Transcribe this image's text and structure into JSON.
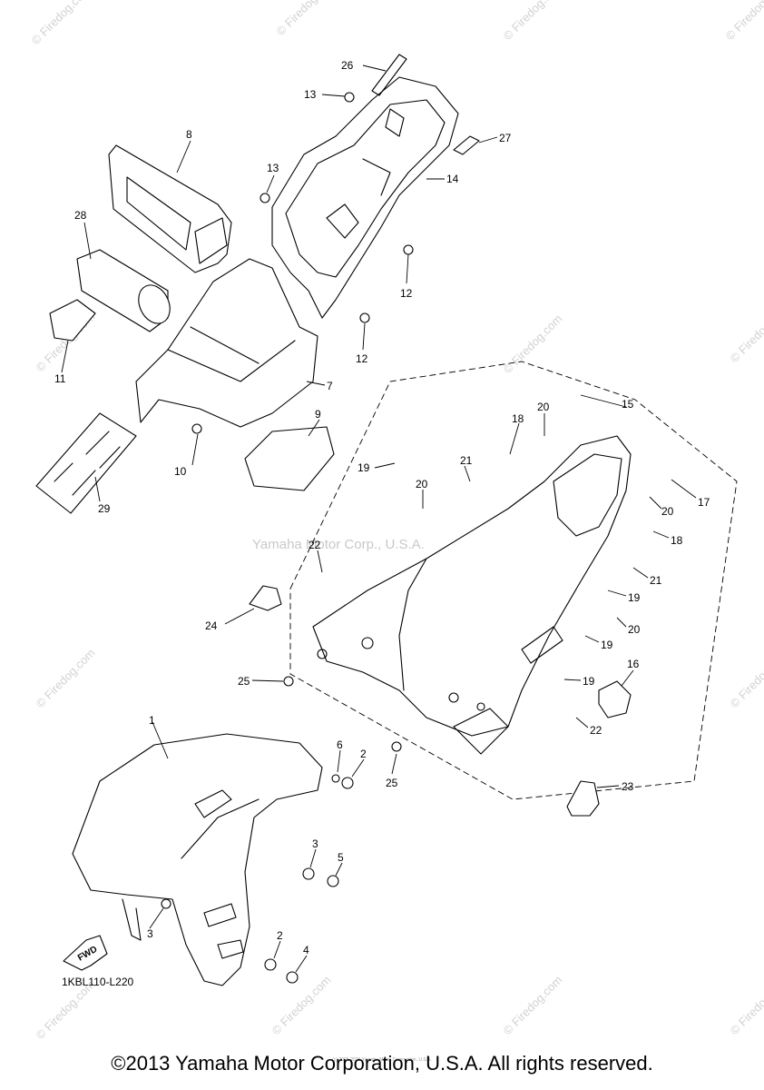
{
  "diagram_code": "1KBL110-L220",
  "fwd_label": "FWD",
  "center_watermark": "Yamaha Motor Corp., U.S.A.",
  "watermark": "© Firedog.com",
  "copyright": "©2013 Yamaha Motor Corporation, U.S.A. All rights reserved.",
  "tiny_notice": "(c) 2005-2015 Yamaha Motor Corporation, U.S.A.",
  "callouts": [
    {
      "id": "c26",
      "text": "26"
    },
    {
      "id": "c13a",
      "text": "13"
    },
    {
      "id": "c27",
      "text": "27"
    },
    {
      "id": "c8",
      "text": "8"
    },
    {
      "id": "c13b",
      "text": "13"
    },
    {
      "id": "c14",
      "text": "14"
    },
    {
      "id": "c28",
      "text": "28"
    },
    {
      "id": "c12a",
      "text": "12"
    },
    {
      "id": "c12b",
      "text": "12"
    },
    {
      "id": "c11",
      "text": "11"
    },
    {
      "id": "c7",
      "text": "7"
    },
    {
      "id": "c15",
      "text": "15"
    },
    {
      "id": "c18a",
      "text": "18"
    },
    {
      "id": "c20a",
      "text": "20"
    },
    {
      "id": "c9",
      "text": "9"
    },
    {
      "id": "c10",
      "text": "10"
    },
    {
      "id": "c19a",
      "text": "19"
    },
    {
      "id": "c21a",
      "text": "21"
    },
    {
      "id": "c20b",
      "text": "20"
    },
    {
      "id": "c17",
      "text": "17"
    },
    {
      "id": "c20c",
      "text": "20"
    },
    {
      "id": "c29",
      "text": "29"
    },
    {
      "id": "c22a",
      "text": "22"
    },
    {
      "id": "c18b",
      "text": "18"
    },
    {
      "id": "c21b",
      "text": "21"
    },
    {
      "id": "c19b",
      "text": "19"
    },
    {
      "id": "c20d",
      "text": "20"
    },
    {
      "id": "c24",
      "text": "24"
    },
    {
      "id": "c19c",
      "text": "19"
    },
    {
      "id": "c16",
      "text": "16"
    },
    {
      "id": "c25a",
      "text": "25"
    },
    {
      "id": "c19d",
      "text": "19"
    },
    {
      "id": "c22b",
      "text": "22"
    },
    {
      "id": "c1",
      "text": "1"
    },
    {
      "id": "c6",
      "text": "6"
    },
    {
      "id": "c2a",
      "text": "2"
    },
    {
      "id": "c25b",
      "text": "25"
    },
    {
      "id": "c23",
      "text": "23"
    },
    {
      "id": "c3a",
      "text": "3"
    },
    {
      "id": "c5",
      "text": "5"
    },
    {
      "id": "c3b",
      "text": "3"
    },
    {
      "id": "c2b",
      "text": "2"
    },
    {
      "id": "c4",
      "text": "4"
    }
  ]
}
